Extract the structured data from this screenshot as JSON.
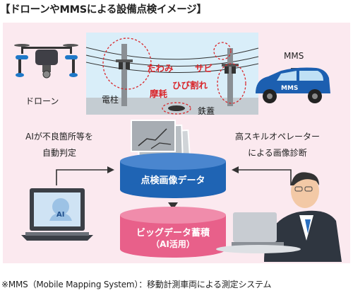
{
  "title": "【ドローンやMMSによる設備点検イメージ】",
  "labels": {
    "drone": "ドローン",
    "mms": "MMS",
    "mms_car": "MMS",
    "pole": "電柱",
    "manhole": "鉄蓋",
    "sag": "たわみ",
    "rust": "サビ",
    "crack": "ひび割れ",
    "wear": "摩耗",
    "ai_text_line1": "AIが不良箇所等を",
    "ai_text_line2": "自動判定",
    "operator_text_line1": "高スキルオペレーター",
    "operator_text_line2": "による画像診断",
    "ai_badge": "AI"
  },
  "cylinders": {
    "top": "点検画像データ",
    "bottom_line1": "ビッグデータ蓄積",
    "bottom_line2": "（AI活用）"
  },
  "footnote": "※MMS（Mobile Mapping System）：移動計測車両による測定システム",
  "colors": {
    "panel": "#fbe9ef",
    "sky": "#d9eef9",
    "road": "#c4ccd2",
    "blue_cylinder": "#1f64b4",
    "pink_cylinder": "#e8608a",
    "annotation_red": "#d9262b",
    "car": "#1c5fb0"
  }
}
